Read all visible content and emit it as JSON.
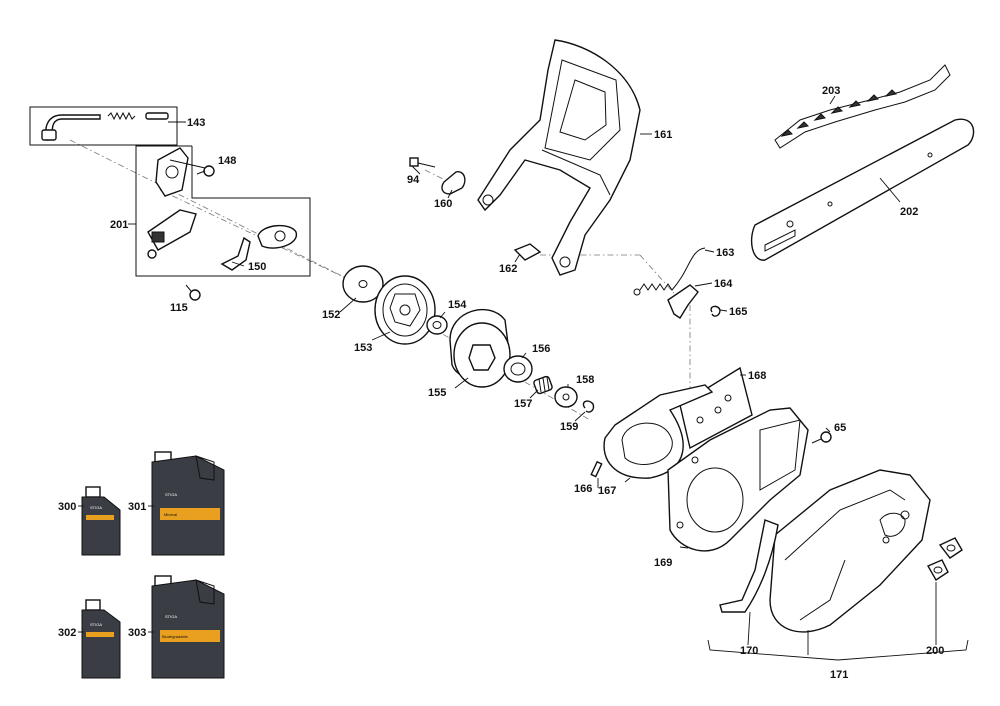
{
  "parts": [
    {
      "id": "p143",
      "label": "143"
    },
    {
      "id": "p148",
      "label": "148"
    },
    {
      "id": "p201",
      "label": "201"
    },
    {
      "id": "p150",
      "label": "150"
    },
    {
      "id": "p115",
      "label": "115"
    },
    {
      "id": "p152",
      "label": "152"
    },
    {
      "id": "p153",
      "label": "153"
    },
    {
      "id": "p154",
      "label": "154"
    },
    {
      "id": "p155",
      "label": "155"
    },
    {
      "id": "p156",
      "label": "156"
    },
    {
      "id": "p157",
      "label": "157"
    },
    {
      "id": "p158",
      "label": "158"
    },
    {
      "id": "p159",
      "label": "159"
    },
    {
      "id": "p94",
      "label": "94"
    },
    {
      "id": "p160",
      "label": "160"
    },
    {
      "id": "p161",
      "label": "161"
    },
    {
      "id": "p162",
      "label": "162"
    },
    {
      "id": "p163",
      "label": "163"
    },
    {
      "id": "p164",
      "label": "164"
    },
    {
      "id": "p165",
      "label": "165"
    },
    {
      "id": "p203",
      "label": "203"
    },
    {
      "id": "p202",
      "label": "202"
    },
    {
      "id": "p168",
      "label": "168"
    },
    {
      "id": "p65",
      "label": "65"
    },
    {
      "id": "p166",
      "label": "166"
    },
    {
      "id": "p167",
      "label": "167"
    },
    {
      "id": "p169",
      "label": "169"
    },
    {
      "id": "p170",
      "label": "170"
    },
    {
      "id": "p171",
      "label": "171"
    },
    {
      "id": "p200",
      "label": "200"
    },
    {
      "id": "p300",
      "label": "300"
    },
    {
      "id": "p301",
      "label": "301"
    },
    {
      "id": "p302",
      "label": "302"
    },
    {
      "id": "p303",
      "label": "303"
    }
  ],
  "bottles": {
    "brand": "STIGA",
    "mineral_label": "Mineral",
    "biodegradable_label": "Biodegradable"
  }
}
